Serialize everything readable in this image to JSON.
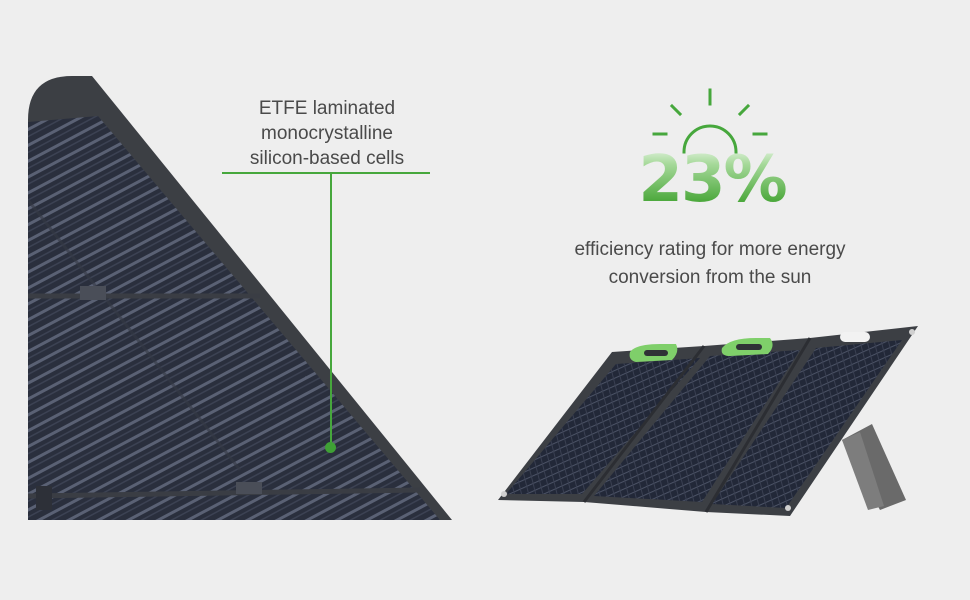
{
  "callout": {
    "lines": [
      "ETFE laminated",
      "monocrystalline",
      "silicon-based cells"
    ]
  },
  "efficiency": {
    "value": "23%",
    "description_lines": [
      "efficiency rating for more energy",
      "conversion from the sun"
    ]
  },
  "colors": {
    "accent_green": "#46a73c",
    "background": "#eeeeee",
    "panel_frame": "#3c3f44",
    "cell_dark": "#1f2432"
  },
  "icons": {
    "sun": "sun-icon"
  }
}
